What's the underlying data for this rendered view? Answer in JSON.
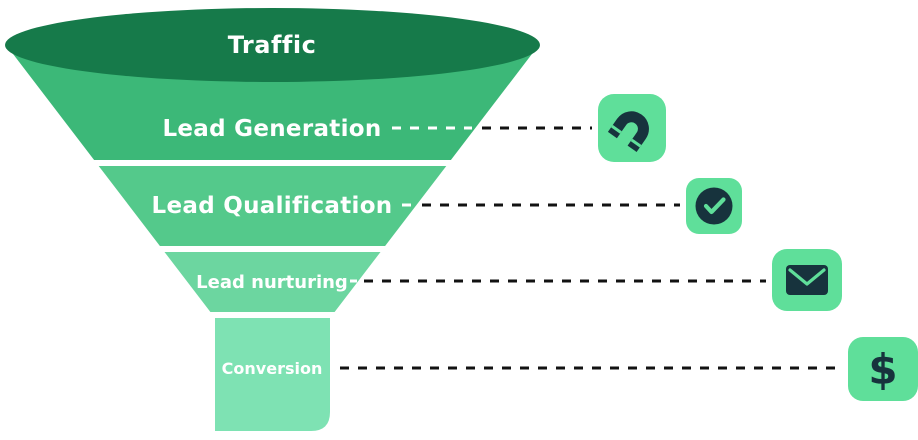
{
  "funnel": {
    "stages": [
      {
        "id": "traffic",
        "label": "Traffic",
        "color": "#167a4a"
      },
      {
        "id": "lead-generation",
        "label": "Lead Generation",
        "color": "#3cb878",
        "icon": "magnet-icon"
      },
      {
        "id": "lead-qualification",
        "label": "Lead Qualification",
        "color": "#54c98b",
        "icon": "check-icon"
      },
      {
        "id": "lead-nurturing",
        "label": "Lead nurturing",
        "color": "#6cd6a0",
        "icon": "envelope-icon"
      },
      {
        "id": "conversion",
        "label": "Conversion",
        "color": "#7ee2b3",
        "icon": "dollar-icon",
        "symbol": "$"
      }
    ]
  },
  "colors": {
    "icon_tile": "#5fdf9a",
    "icon_glyph": "#17333d",
    "connector_dark": "#121212",
    "connector_light": "#ffffff",
    "label_text": "#ffffff"
  }
}
